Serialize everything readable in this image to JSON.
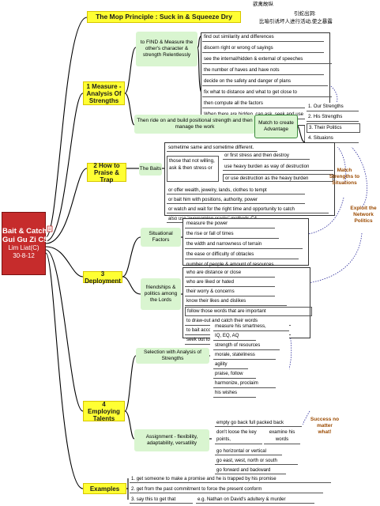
{
  "central": {
    "title_line1": "Bait & Catch",
    "title_line2": "Gui Gu Zi C5",
    "author": "Lim Liat(C)",
    "date": "30-8-12"
  },
  "mop": {
    "label": "The Mop Principle : Suck in & Squeeze Dry",
    "chinese1": "欲禽故纵",
    "chinese2": "引蛇出洞:",
    "chinese3": "比喻引诱坏人进行活动,使之暴露"
  },
  "measure": {
    "label": "1 Measure - Analysis Of Strengths",
    "sub1": "to FIND & Measure the other's character & strength Relentlessly",
    "items": [
      "find out similarity and differences",
      "discern right or wrong of sayings",
      "see the internal/hidden & external of speeches",
      "the number of haves and have nots",
      "decide on the safety and danger of plans",
      "fix what to distance and what to get close to",
      "then compute all the factors",
      "When there are hidden, can ask, seek and use"
    ],
    "sub2": "Then ride on and build positional strength and then manage the work",
    "match": "Match to create Advantage",
    "strengths": [
      "1. Our Strengths",
      "2. His Strengths",
      "3. Their Politics",
      "4. Situaions"
    ]
  },
  "praise": {
    "label": "2 How to Praise & Trap",
    "baits": "The Baits",
    "items": [
      "sometime same and sometime different.",
      "or offer wealth, jewelry, lands, clothes to tempt",
      "or bait him with positions, authority, power",
      "or watch and wait for the right time and opportunity to catch",
      "also use 'overcoming cracks' methods C4"
    ],
    "unwilling": "those that not willing, ask & then stress or",
    "unwilling_items": [
      "or first stress and then destroy",
      "use heavy burden as way of destruction",
      "or use destruction as the heavy burden"
    ]
  },
  "deployment": {
    "label": "3 Deployment",
    "situational": "Situational Factors",
    "situational_items": [
      "measure the power",
      "the rise or fall of times",
      "the width and narrowness of terrain",
      "the ease or difficulty of obtacles",
      "number of people & amount of resources"
    ],
    "friends": "friendships & politics among the Lords",
    "friends_items": [
      "who are distance or close",
      "who are liked or hated",
      "their worry & concerns",
      "know their likes and dislikes",
      "follow those words that are important",
      "to draw-out and catch their words",
      "to bait according to their likes",
      "seek out to catch them"
    ]
  },
  "employing": {
    "label": "4 Employing Talents",
    "selection": "Selection with Analysis of Strengths",
    "selection_items": [
      "measure his smartness,",
      "IQ, EQ, AQ",
      "strength of resources",
      "morale, stateliness",
      "agility",
      "praise, follow",
      "harmonize, proclaim",
      "his wishes"
    ],
    "assignment": "Assignment - flexibility, adaptability, versatility",
    "assignment_items": [
      "empty go back full packed back",
      "don't loose the key points,",
      "examine his words",
      "go horizontal or vertical",
      "go east, west, north or south",
      "go forward and backward"
    ]
  },
  "examples": {
    "label": "Examples",
    "items": [
      "1. get someone to make a promise and he is trapped by his promise",
      "2. get from the past commitment to force  the present conform",
      "3. say this to get that",
      "e.g. Nathan on David's adultery & murder"
    ]
  },
  "notes": {
    "match_situations": "Match Strengths to Situations",
    "exploit": "Exploit the Network Politics",
    "success": "Success no matter what!"
  },
  "colors": {
    "central_bg": "#c62c2c",
    "branch_hdr": "#ffff33",
    "sub_bg": "#d9f5d0",
    "note_text": "#9b4a00",
    "connector": "#000000",
    "dotted": "#3030a0"
  }
}
